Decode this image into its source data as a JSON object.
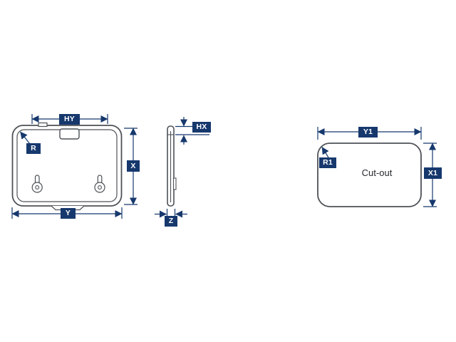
{
  "diagram": {
    "front_view": {
      "dim_top": "HY",
      "dim_radius": "R",
      "dim_height": "X",
      "dim_width": "Y"
    },
    "side_view": {
      "dim_top": "HX",
      "dim_thickness": "Z"
    },
    "cutout_view": {
      "dim_width": "Y1",
      "dim_radius": "R1",
      "dim_height": "X1",
      "label": "Cut-out"
    },
    "colors": {
      "dimension": "#16386d",
      "label_text": "#ffffff",
      "outline": "#4d5257",
      "background": "#ffffff"
    }
  }
}
